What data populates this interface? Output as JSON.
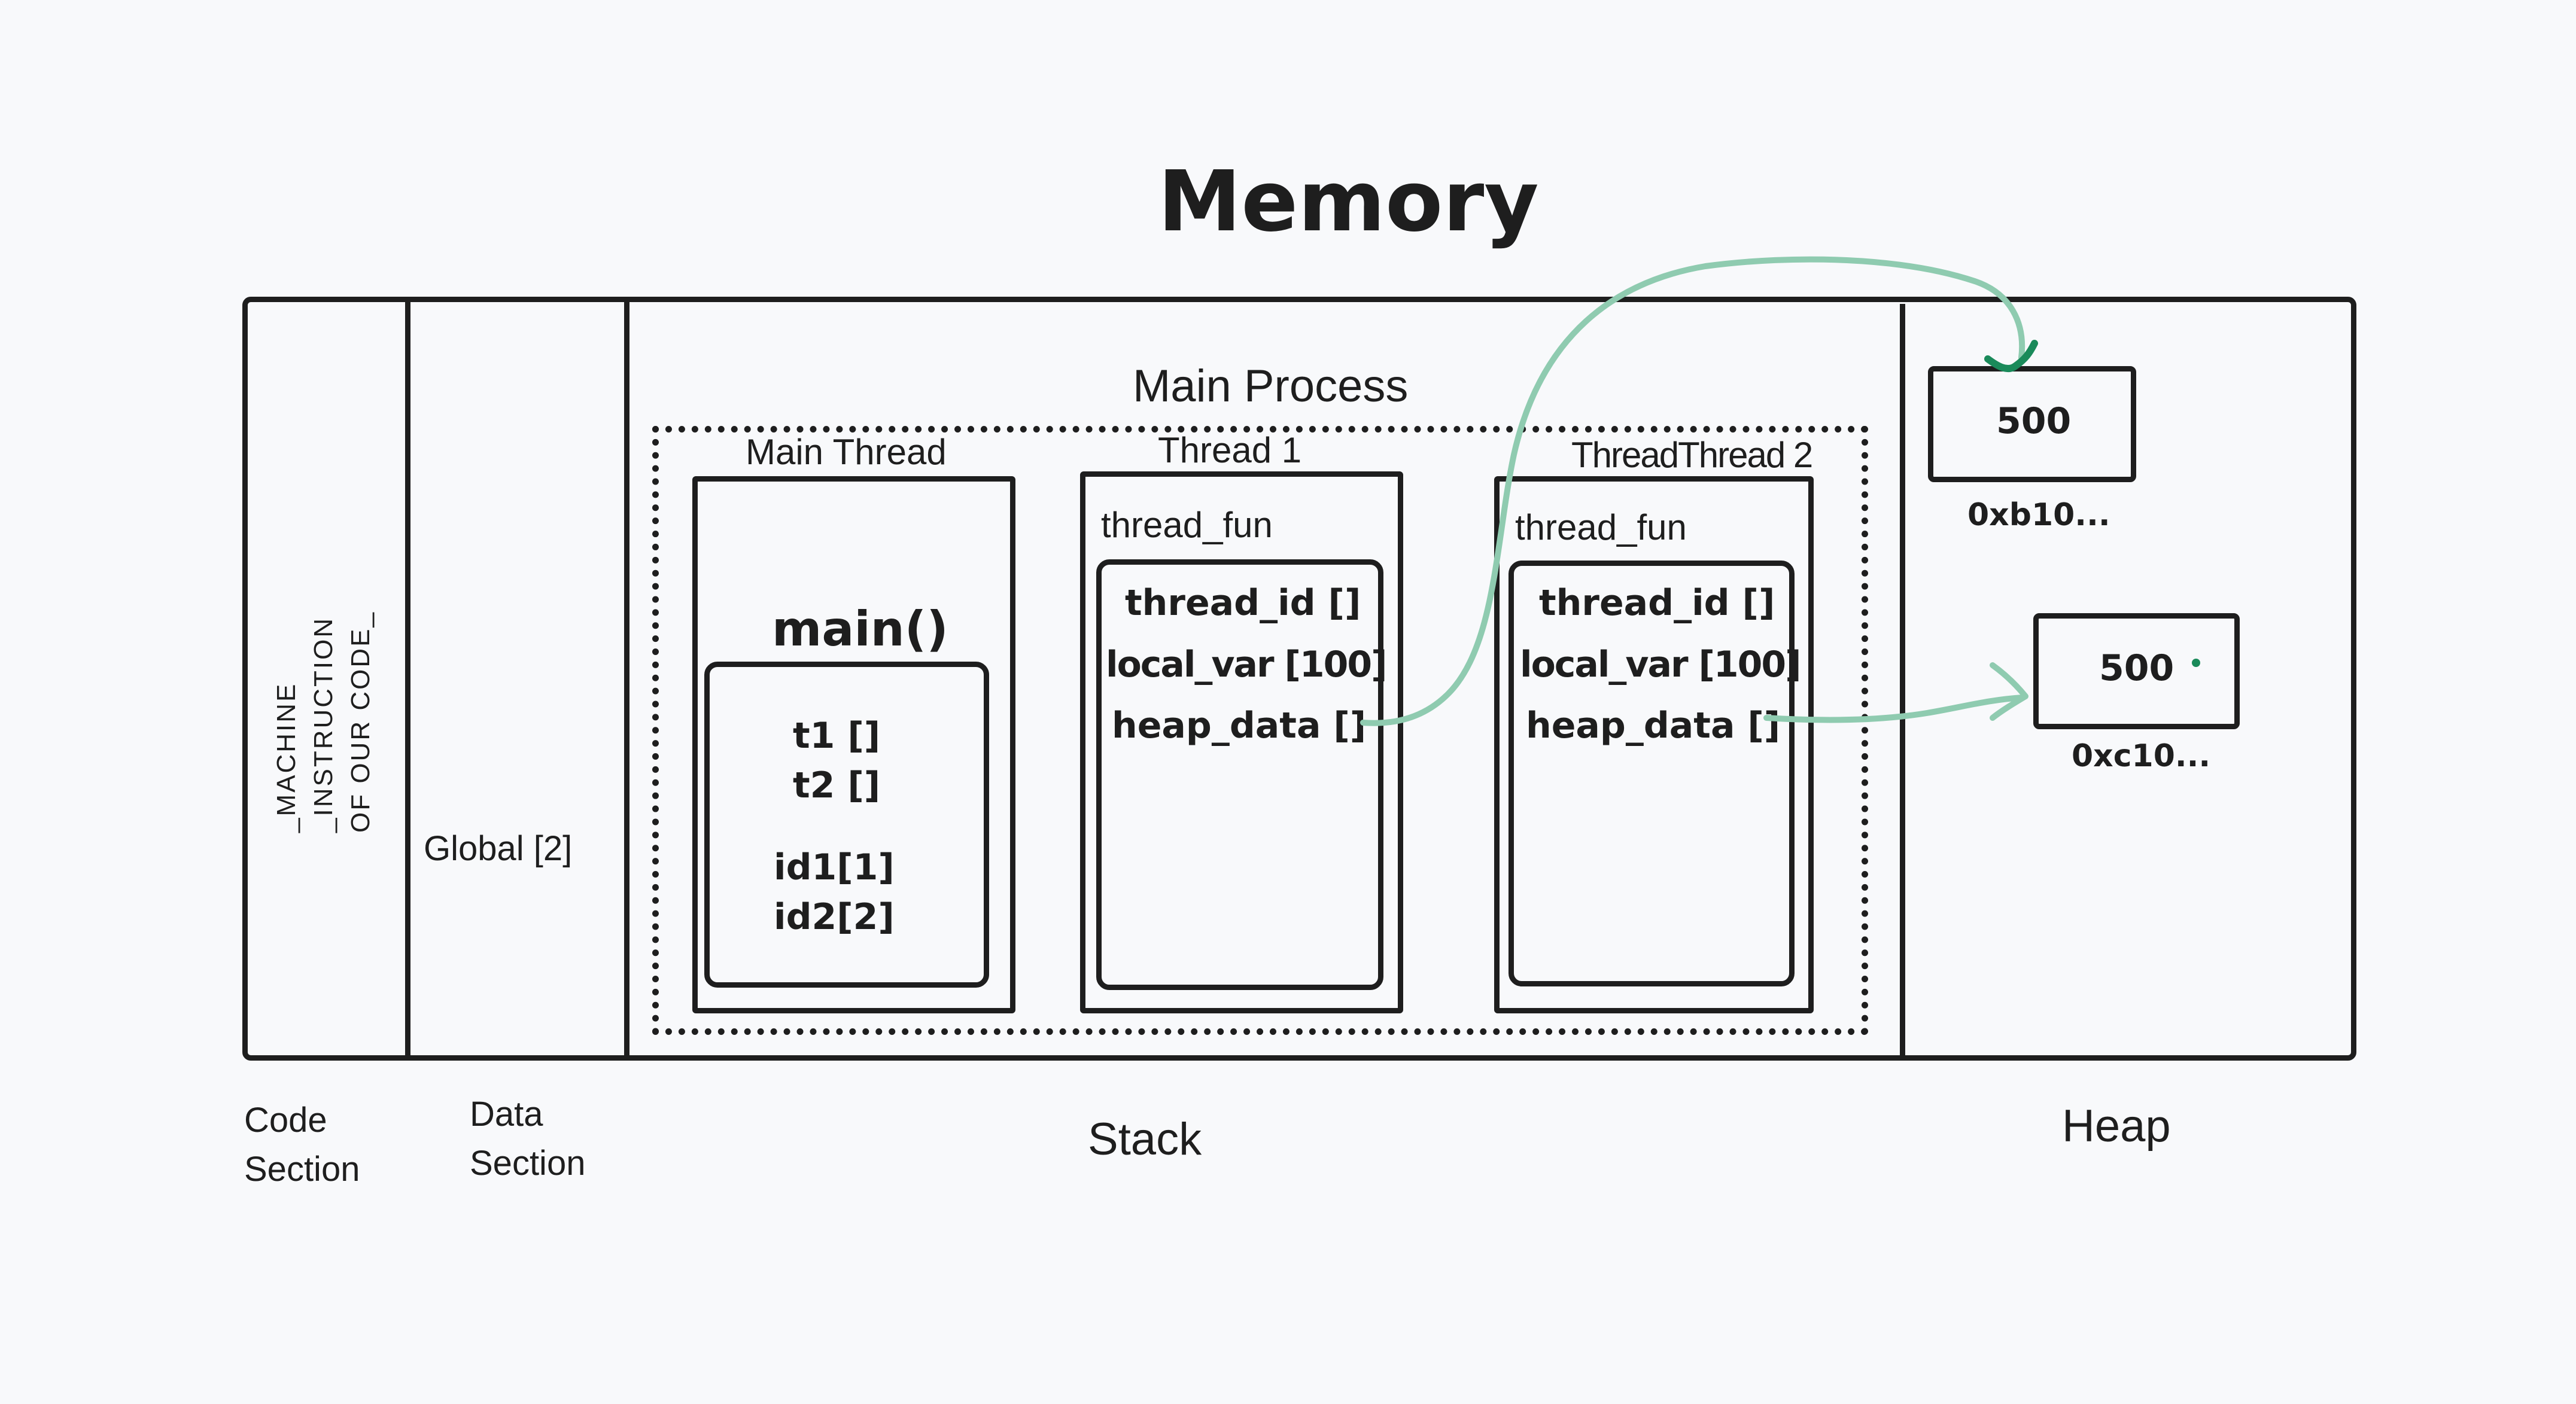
{
  "diagram": {
    "title": "Memory",
    "code_section": {
      "content_lines": [
        "_MACHINE",
        "_INSTRUCTION",
        "OF OUR CODE_"
      ],
      "label_lines": [
        "Code",
        "Section"
      ]
    },
    "data_section": {
      "content": "Global [2]",
      "label_lines": [
        "Data",
        "Section"
      ]
    },
    "stack": {
      "label": "Stack",
      "process_title": "Main Process",
      "main_thread": {
        "title": "Main Thread",
        "function": "main()",
        "vars": [
          "t1 []",
          "t2 []",
          "id1[1]",
          "id2[2]"
        ]
      },
      "thread1": {
        "title": "Thread 1",
        "function": "thread_fun",
        "vars": [
          "thread_id []",
          "local_var [100]",
          "heap_data []"
        ]
      },
      "thread2": {
        "title": "ThreadThread 2",
        "function": "thread_fun",
        "vars": [
          "thread_id []",
          "local_var [100]",
          "heap_data []"
        ]
      }
    },
    "heap": {
      "label": "Heap",
      "blocks": [
        {
          "value": "500",
          "address": "0xb10..."
        },
        {
          "value": "500",
          "address": "0xc10..."
        }
      ]
    },
    "colors": {
      "ink": "#1e1e1e",
      "arrow": "#8fcbb0",
      "arrow_head": "#1a8a5a",
      "background": "#f8f9fb"
    }
  }
}
